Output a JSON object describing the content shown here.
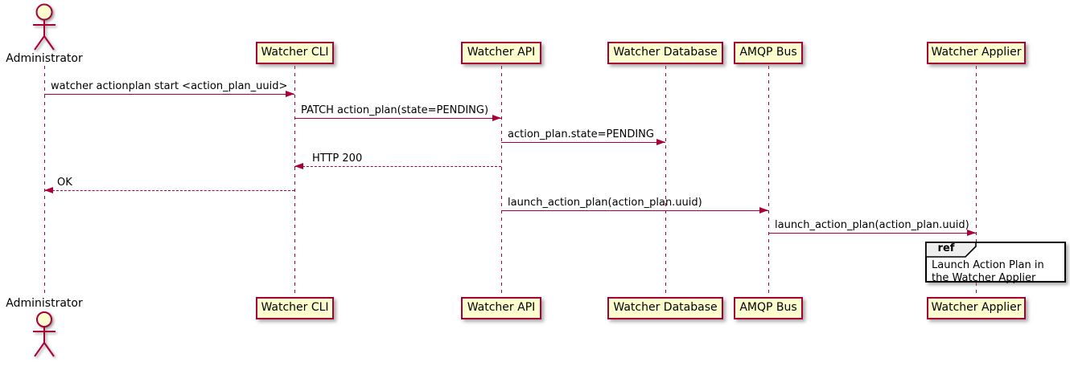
{
  "diagram": {
    "type": "sequence",
    "actor": {
      "name": "Administrator"
    },
    "participants": [
      {
        "name": "Watcher CLI"
      },
      {
        "name": "Watcher API"
      },
      {
        "name": "Watcher Database"
      },
      {
        "name": "AMQP Bus"
      },
      {
        "name": "Watcher Applier"
      }
    ],
    "messages": [
      {
        "from": "Administrator",
        "to": "Watcher CLI",
        "text": "watcher actionplan start <action_plan_uuid>",
        "style": "solid"
      },
      {
        "from": "Watcher CLI",
        "to": "Watcher API",
        "text": "PATCH action_plan(state=PENDING)",
        "style": "solid"
      },
      {
        "from": "Watcher API",
        "to": "Watcher Database",
        "text": "action_plan.state=PENDING",
        "style": "solid"
      },
      {
        "from": "Watcher API",
        "to": "Watcher CLI",
        "text": "HTTP 200",
        "style": "dashed"
      },
      {
        "from": "Watcher CLI",
        "to": "Administrator",
        "text": "OK",
        "style": "dashed"
      },
      {
        "from": "Watcher API",
        "to": "AMQP Bus",
        "text": "launch_action_plan(action_plan.uuid)",
        "style": "solid"
      },
      {
        "from": "AMQP Bus",
        "to": "Watcher Applier",
        "text": "launch_action_plan(action_plan.uuid)",
        "style": "solid"
      }
    ],
    "ref": {
      "keyword": "ref",
      "text": "Launch Action Plan in the Watcher Applier"
    },
    "colors": {
      "line": "#A80036",
      "participant_fill": "#FEFECE",
      "ref_header_fill": "#EEEEEE",
      "text": "#000000"
    }
  }
}
